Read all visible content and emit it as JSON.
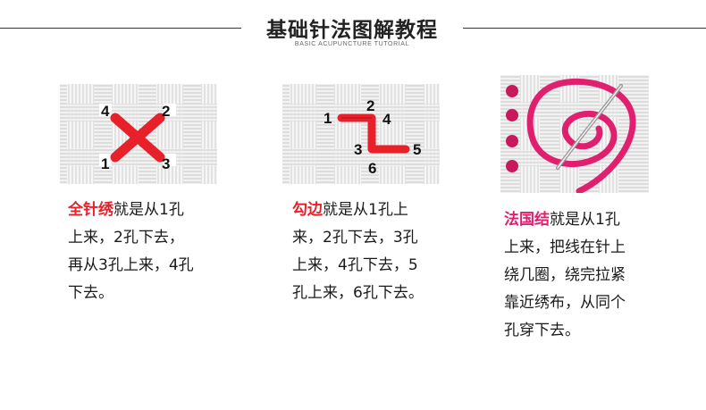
{
  "header": {
    "title": "基础针法图解教程",
    "subtitle": "BASIC ACUPUNCTURE TUTORIAL"
  },
  "colors": {
    "red": "#e8202a",
    "pink": "#e0206e"
  },
  "cross_stitch": {
    "labels": [
      "4",
      "2",
      "1",
      "3"
    ],
    "name": "全针绣",
    "lines": [
      "就是从1孔",
      "上来，2孔下去，",
      "再从3孔上来，4孔",
      "下去。"
    ]
  },
  "back_stitch": {
    "labels": [
      "1",
      "2",
      "4",
      "3",
      "5",
      "6"
    ],
    "name": "勾边",
    "lines": [
      "就是从1孔上",
      "来，2孔下去，3孔",
      "上来，4孔下去，5",
      "孔上来，6孔下去。"
    ]
  },
  "french_knot": {
    "name": "法国结",
    "lines": [
      "就是从1孔",
      "上来，把线在针上",
      "绕几圈，绕完拉紧",
      "靠近绣布，从同个",
      "孔穿下去。"
    ]
  }
}
